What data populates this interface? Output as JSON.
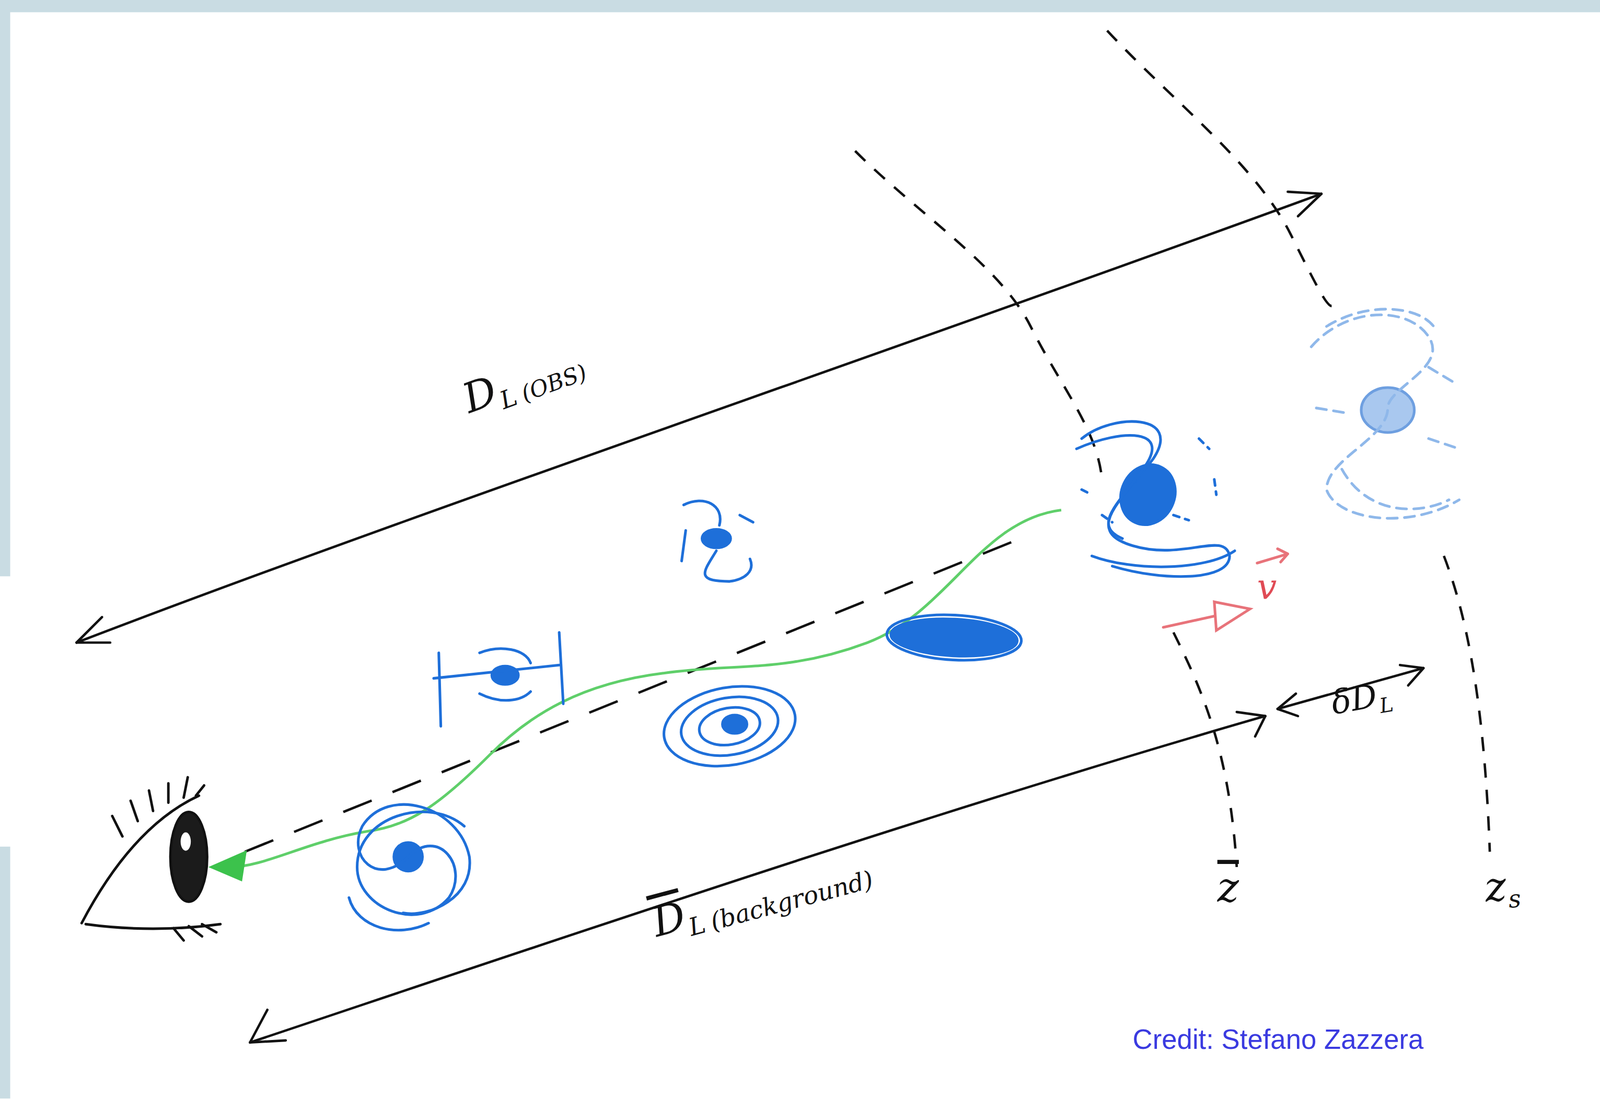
{
  "diagram": {
    "labels": [
      "D",
      "L",
      "(OBS)",
      "D",
      "L",
      "(background)",
      "δD",
      "L",
      "z",
      "z",
      "s",
      "v",
      "Credit: Stefano Zazzera"
    ]
  }
}
